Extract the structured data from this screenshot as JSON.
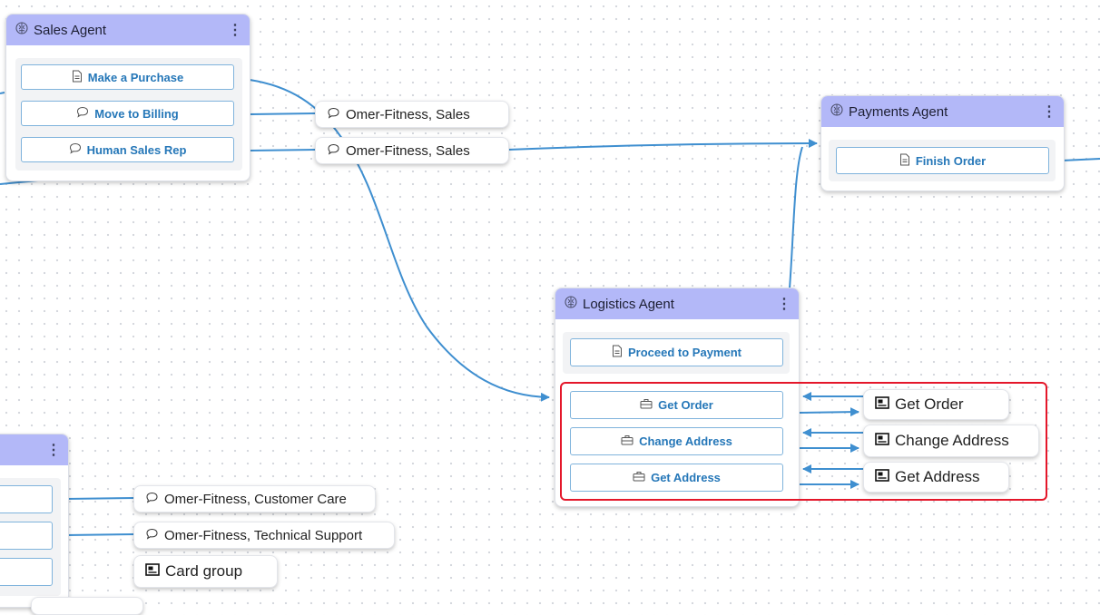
{
  "nodes": {
    "sales": {
      "title": "Sales Agent",
      "actions": [
        "Make a Purchase",
        "Move to Billing",
        "Human Sales Rep"
      ]
    },
    "payments": {
      "title": "Payments Agent",
      "actions": [
        "Finish Order"
      ]
    },
    "logistics": {
      "title": "Logistics Agent",
      "actions": [
        "Proceed to Payment",
        "Get Order",
        "Change Address",
        "Get Address"
      ]
    }
  },
  "pills": {
    "sales_1": "Omer-Fitness, Sales",
    "sales_2": "Omer-Fitness, Sales",
    "customer_care": "Omer-Fitness, Customer Care",
    "technical_support": "Omer-Fitness, Technical Support",
    "card_group": "Card group",
    "get_order": "Get Order",
    "change_address": "Change Address",
    "get_address": "Get Address"
  },
  "colors": {
    "header": "#b3b8f8",
    "edge": "#3f8fd0",
    "action_text": "#2577b8",
    "selection": "#e4172a"
  },
  "icons": {
    "agent": "brain-icon",
    "document": "document-icon",
    "chat": "chat-bubble-icon",
    "toolbox": "toolbox-icon",
    "card": "card-icon",
    "menu": "kebab-menu-icon"
  }
}
